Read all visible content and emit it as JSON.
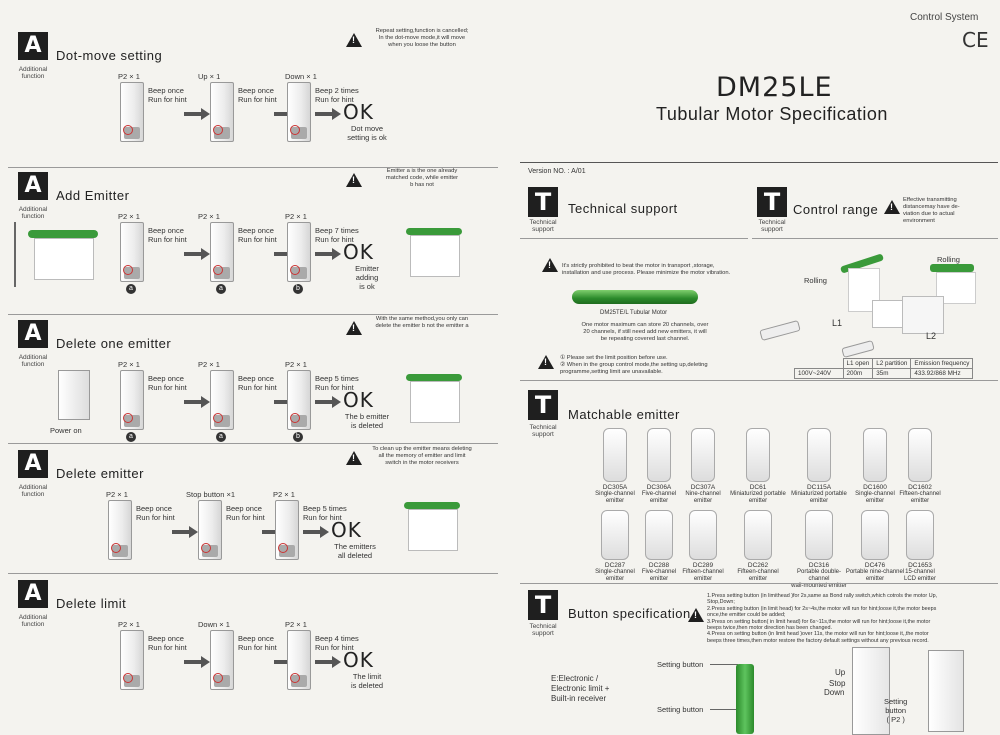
{
  "header": {
    "brand": "Control System",
    "ce": "CE",
    "model": "DM25LE",
    "subtitle": "Tubular Motor Specification",
    "version": "Version NO. : A/01"
  },
  "common": {
    "additional": "Additional",
    "function": "function",
    "beep_once": "Beep once",
    "run_hint": "Run for hint",
    "ok": "OK",
    "power_on": "Power on",
    "a": "a",
    "b": "b"
  },
  "sections": [
    {
      "letter": "A",
      "title": "Dot-move  setting",
      "warn": "Repeat setting,function is cancelled;\nIn the dot-move mode,it will move\nwhen you loose the button",
      "labels": [
        "P2 × 1",
        "Up × 1",
        "Down × 1"
      ],
      "beeps": [
        "Beep once\nRun for hint",
        "Beep once\nRun for hint",
        "Beep 2 times\nRun for hint"
      ],
      "ok_text": "Dot move\nsetting is ok"
    },
    {
      "letter": "A",
      "title": "Add  Emitter",
      "warn": "Emitter a is the one already\nmatched code, while emitter\nb has not",
      "labels": [
        "P2 × 1",
        "P2 × 1",
        "P2 × 1"
      ],
      "beeps": [
        "Beep once\nRun for hint",
        "Beep once\nRun for hint",
        "Beep 7 times\nRun for hint"
      ],
      "ok_text": "Emitter\nadding\nis ok"
    },
    {
      "letter": "A",
      "title": "Delete  one  emitter",
      "warn": "With the same method,you only can\ndelete the emitter b not the emitter a",
      "labels": [
        "P2 × 1",
        "P2 × 1",
        "P2 × 1"
      ],
      "beeps": [
        "Beep once\nRun for hint",
        "Beep once\nRun for hint",
        "Beep 5 times\nRun for hint"
      ],
      "ok_text": "The b emitter\nis deleted"
    },
    {
      "letter": "A",
      "title": "Delete  emitter",
      "warn": "To clean up the emitter means deleting\nall the memory of emitter and limit\nswitch in the motor receivers",
      "labels": [
        "P2 × 1",
        "Stop button ×1",
        "P2 × 1"
      ],
      "beeps": [
        "Beep once\nRun for hint",
        "Beep once\nRun for hint",
        "Beep 5 times\nRun for hint"
      ],
      "ok_text": "The emitters\nall deleted"
    },
    {
      "letter": "A",
      "title": "Delete  limit",
      "warn": "",
      "labels": [
        "P2 × 1",
        "Down × 1",
        "P2 × 1"
      ],
      "beeps": [
        "Beep once\nRun for hint",
        "Beep once\nRun for hint",
        "Beep 4 times\nRun for hint"
      ],
      "ok_text": "The limit\nis deleted"
    }
  ],
  "tech": {
    "letter": "T",
    "title": "Technical  support",
    "sub1": "Technical",
    "sub2": "support",
    "warn1": "It's strictly prohibited to beat the motor in transport ,storage,\ninstallation and use process. Please minimize the motor vibration.",
    "motor_label": "DM25TE/L Tubular Motor",
    "body": "One motor maximum can store 20 channels, over\n20 channels, if still need add new emitters, it will\nbe repeating covered last channel.",
    "warn2": "① Please set the limit position before use.\n② When in the group control mode,the setting up,deleting\nprogramme,setting limit are unavailable."
  },
  "range": {
    "letter": "T",
    "title": "Control  range",
    "sub1": "Technical",
    "sub2": "support",
    "warn": "Effective transmitting\ndistancemay have de-\nviation due to actual\nenvironment",
    "rolling": "Rolling",
    "l1": "L1",
    "l2": "L2",
    "table": {
      "headers": [
        "",
        "L1 open",
        "L2 partition",
        "Emission frequency"
      ],
      "row": [
        "100V~240V",
        "200m",
        "35m",
        "433.92/868 MHz"
      ]
    }
  },
  "emitters": {
    "letter": "T",
    "title": "Matchable  emitter",
    "sub1": "Technical",
    "sub2": "support",
    "row1": [
      {
        "code": "DC305A",
        "desc": "Single-channel\nemitter"
      },
      {
        "code": "DC306A",
        "desc": "Five-channel\nemitter"
      },
      {
        "code": "DC307A",
        "desc": "Nine-channel\nemitter"
      },
      {
        "code": "DC61",
        "desc": "Miniaturized portable\nemitter"
      },
      {
        "code": "DC115A",
        "desc": "Miniaturized portable\nemitter"
      },
      {
        "code": "DC1600",
        "desc": "Single-channel\nemitter"
      },
      {
        "code": "DC1602",
        "desc": "Fifteen-channel\nemitter"
      }
    ],
    "row2": [
      {
        "code": "DC287",
        "desc": "Single-channel\nemitter"
      },
      {
        "code": "DC288",
        "desc": "Five-channel\nemitter"
      },
      {
        "code": "DC289",
        "desc": "Fifteen-channel\nemitter"
      },
      {
        "code": "DC262",
        "desc": "Fifteen-channel\nemitter"
      },
      {
        "code": "DC316",
        "desc": "Portable double-channel\nwall-mounted emitter"
      },
      {
        "code": "DC476",
        "desc": "Portable nine-channel\nemitter"
      },
      {
        "code": "DC1653",
        "desc": "15-channel\nLCD emitter"
      }
    ]
  },
  "button": {
    "letter": "T",
    "title": "Button  specification",
    "sub1": "Technical",
    "sub2": "support",
    "warn": "1.Press setting button (in limithead )for 2s,same as Bond rally switch,which cotrols the motor Up,\nStop,Down;\n2.Press setting button (in limit head) for 2s~4s,the motor will run for hint;loose it,the motor beeps\nonce,the emitter could be added;\n3.Press on setting button( in limit head) for 6s~11s,the motor will run for hint;loose it,the motor\nbeeps twice,then motor direction has been changed.\n4.Press on setting button (in limit head )over 11s, the motor will run for hint;loose it,,the motor\nbeeps three times,then motor restore the factory default settings without any previous record.",
    "setting_button": "Setting button",
    "ebox": "E:Electronic /\nElectronic limit +\nBuilt-in receiver",
    "up": "Up",
    "stop": "Stop",
    "down": "Down",
    "setting_p2": "Setting\nbutton\n( P2 )"
  }
}
